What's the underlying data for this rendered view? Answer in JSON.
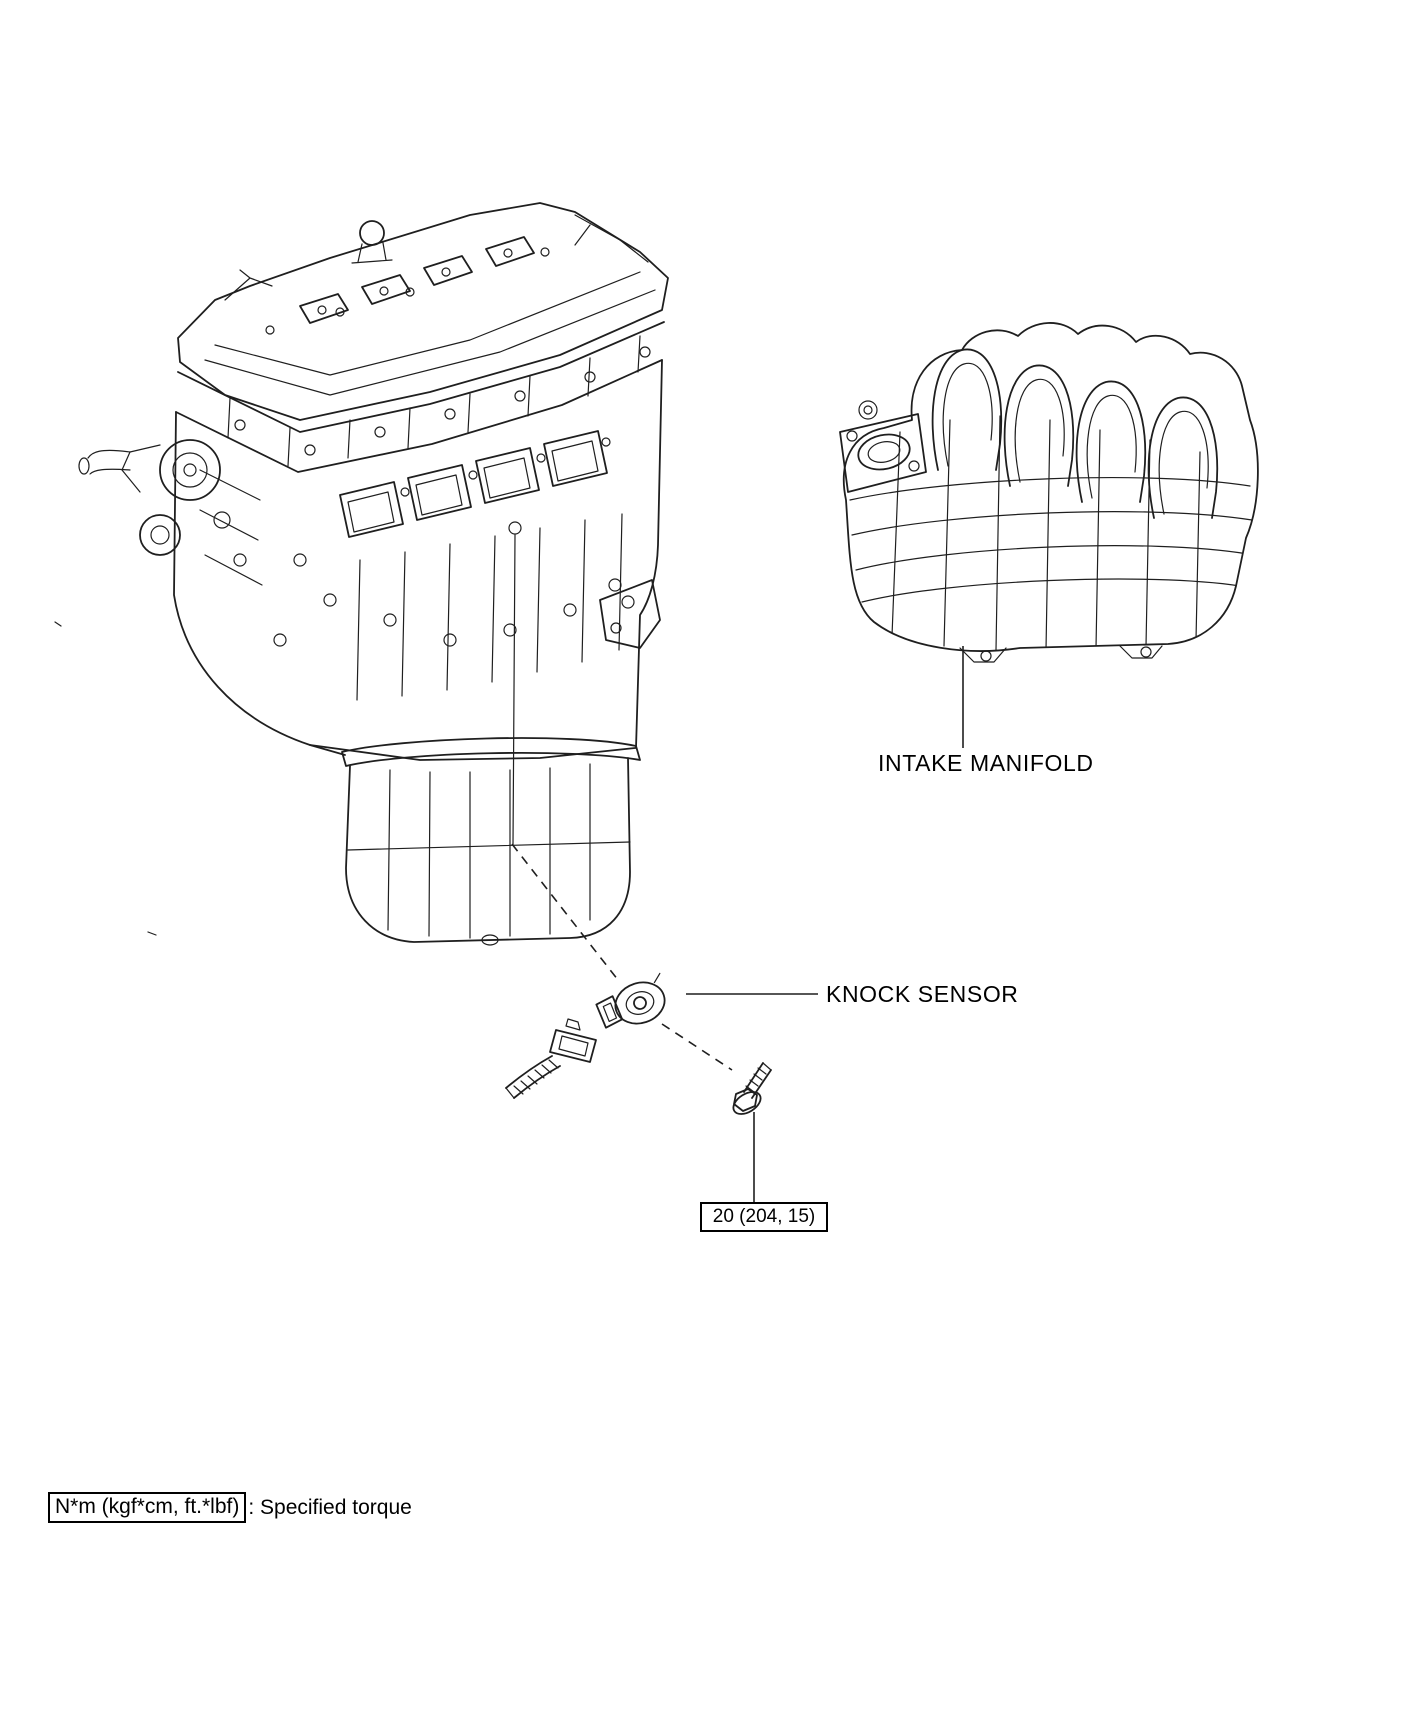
{
  "page": {
    "background": "#ffffff",
    "ink_color": "#1f1f1f"
  },
  "labels": {
    "intake_manifold": "INTAKE MANIFOLD",
    "knock_sensor": "KNOCK SENSOR",
    "torque_value": "20 (204, 15)",
    "legend_units": "N*m (kgf*cm, ft.*lbf)",
    "legend_description": ": Specified torque"
  },
  "figures": {
    "engine": "engine-assembly-line-drawing",
    "intake_manifold": "intake-manifold-line-drawing",
    "knock_sensor": "knock-sensor-part",
    "connector": "wire-harness-connector",
    "bolt": "knock-sensor-mounting-bolt"
  }
}
